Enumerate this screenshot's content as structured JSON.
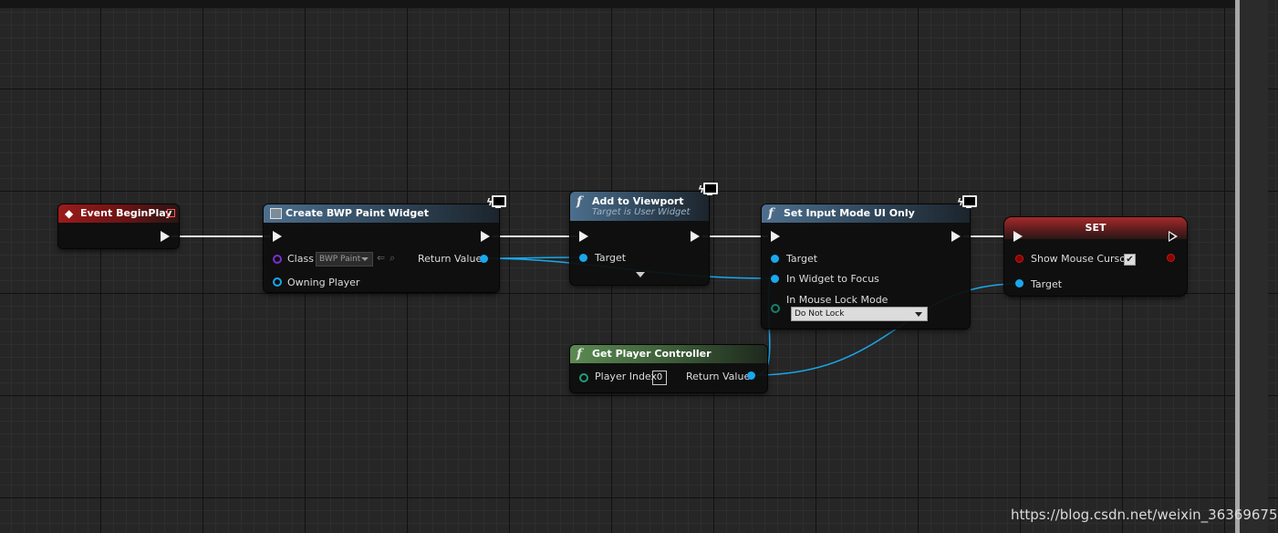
{
  "nodes": {
    "event_begin_play": {
      "title": "Event BeginPlay"
    },
    "create_widget": {
      "title": "Create BWP Paint Widget",
      "class_label": "Class",
      "class_value": "BWP Paint",
      "owning_player_label": "Owning Player",
      "return_value_label": "Return Value"
    },
    "add_to_viewport": {
      "title": "Add to Viewport",
      "subtitle": "Target is User Widget",
      "target_label": "Target"
    },
    "set_input_mode": {
      "title": "Set Input Mode UI Only",
      "target_label": "Target",
      "widget_focus_label": "In Widget to Focus",
      "mouse_lock_label": "In Mouse Lock Mode",
      "mouse_lock_value": "Do Not Lock"
    },
    "set_node": {
      "title": "SET",
      "show_cursor_label": "Show Mouse Cursor",
      "show_cursor_checked": true,
      "target_label": "Target"
    },
    "get_player_controller": {
      "title": "Get Player Controller",
      "player_index_label": "Player Index",
      "player_index_value": "0",
      "return_value_label": "Return Value"
    }
  },
  "icons": {
    "function": "function-f-icon",
    "event": "event-diamond-icon",
    "widget": "widget-class-icon",
    "latent": "screen-lightning-icon"
  },
  "colors": {
    "exec_pin": "#f0f0f0",
    "object_pin": "#19a8ec",
    "class_pin": "#7b2ed6",
    "bool_pin": "#8a0000",
    "event_header": "#9c1b1b",
    "function_header": "#4c6f8e",
    "pure_header": "#5b8a52"
  },
  "watermark": "https://blog.csdn.net/weixin_36369675"
}
